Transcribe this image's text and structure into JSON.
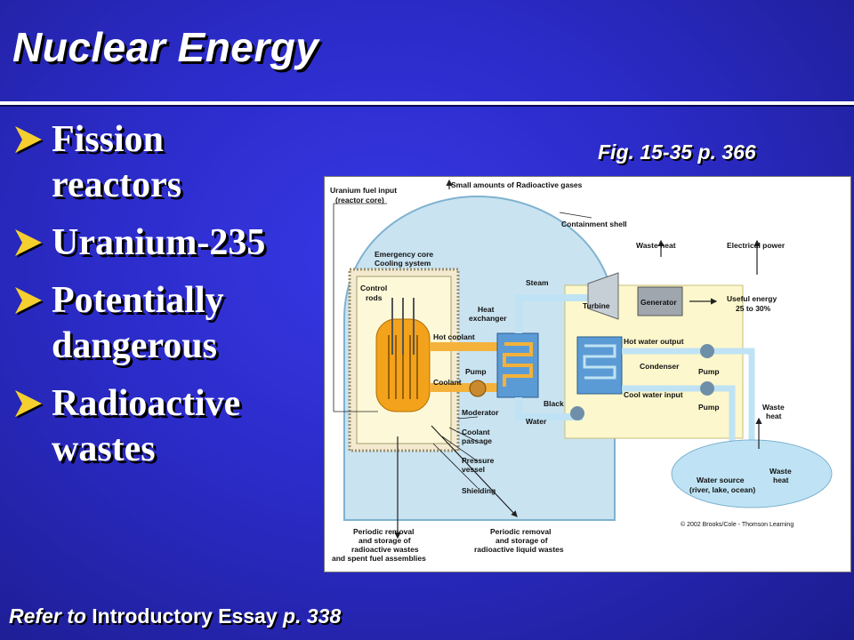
{
  "slide": {
    "title": "Nuclear Energy",
    "bullets": [
      {
        "line1": "Fission",
        "line2": "reactors"
      },
      {
        "line1": "Uranium-235",
        "line2": ""
      },
      {
        "line1": "Potentially",
        "line2": "dangerous"
      },
      {
        "line1": "Radioactive",
        "line2": "wastes"
      }
    ],
    "figure_ref": "Fig. 15-35 p. 366",
    "footer": {
      "refer": "Refer to",
      "essay": "Introductory Essay",
      "page": "p. 338"
    }
  },
  "diagram": {
    "labels": {
      "uranium_fuel_line1": "Uranium fuel input",
      "uranium_fuel_line2": "(reactor core)",
      "gases": "Small amounts of Radioactive gases",
      "containment": "Containment shell",
      "emergency_line1": "Emergency core",
      "emergency_line2": "Cooling system",
      "control_line1": "Control",
      "control_line2": "rods",
      "steam": "Steam",
      "heat_exchanger_line1": "Heat",
      "heat_exchanger_line2": "exchanger",
      "hot_coolant": "Hot coolant",
      "pump_primary": "Pump",
      "coolant": "Coolant",
      "moderator": "Moderator",
      "coolant_passage_line1": "Coolant",
      "coolant_passage_line2": "passage",
      "pressure_vessel_line1": "Pressure",
      "pressure_vessel_line2": "vessel",
      "shielding": "Shielding",
      "black": "Black",
      "water": "Water",
      "waste_heat_top": "Waste heat",
      "electrical_power": "Electrical power",
      "generator": "Generator",
      "turbine": "Turbine",
      "useful_energy_line1": "Useful energy",
      "useful_energy_line2": "25 to 30%",
      "hot_water_output": "Hot water output",
      "condenser": "Condenser",
      "cool_water_input": "Cool water input",
      "pump_a": "Pump",
      "pump_b": "Pump",
      "waste_heat_right_line1": "Waste",
      "waste_heat_right_line2": "heat",
      "waste_heat_water_line1": "Waste",
      "waste_heat_water_line2": "heat",
      "water_source_line1": "Water source",
      "water_source_line2": "(river, lake, ocean)",
      "removal_solid_line1": "Periodic removal",
      "removal_solid_line2": "and storage of",
      "removal_solid_line3": "radioactive wastes",
      "removal_solid_line4": "and spent fuel assemblies",
      "removal_liquid_line1": "Periodic removal",
      "removal_liquid_line2": "and storage of",
      "removal_liquid_line3": "radioactive liquid wastes",
      "copyright": "© 2002 Brooks/Cole - Thomson Learning"
    }
  },
  "colors": {
    "background": "#2b2bc8",
    "text": "#ffffff",
    "arrow": "#f4cf2e",
    "containment": "#c9e3f1",
    "secondary_building": "#fcf7cc",
    "core": "#f3a21b",
    "pipe": "#bfe3f4"
  }
}
